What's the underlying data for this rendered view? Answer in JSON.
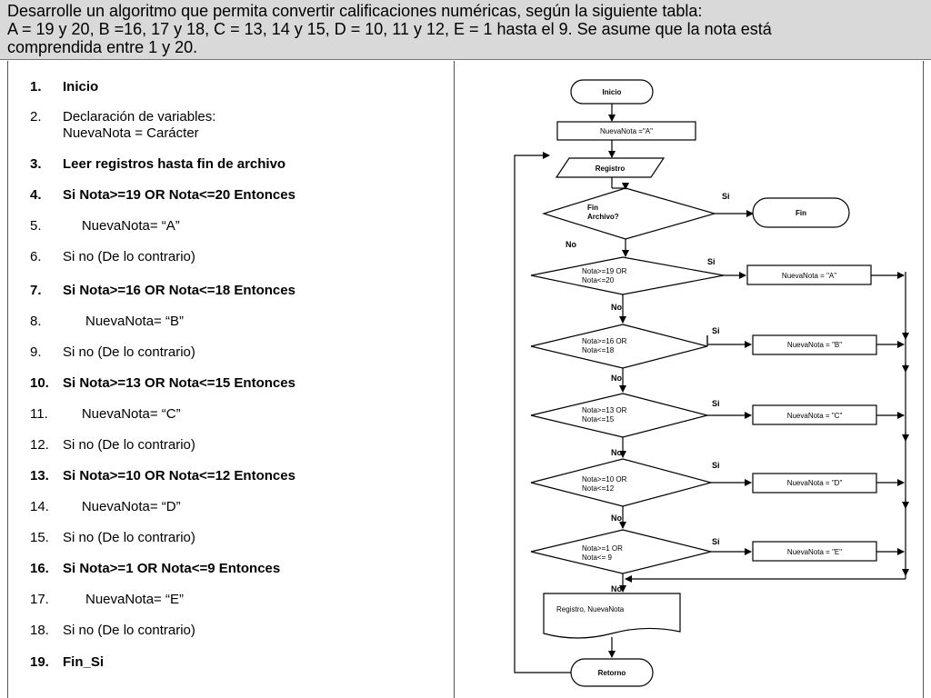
{
  "header": {
    "line1": "Desarrolle un algoritmo que permita convertir calificaciones numéricas, según la siguiente tabla:",
    "line2": " A = 19 y 20, B =16, 17 y 18, C = 13, 14 y 15, D = 10, 11 y 12,  E =  1 hasta el  9. Se asume que la nota está",
    "line3": "comprendida entre 1 y 20."
  },
  "steps": [
    {
      "num": "1.",
      "text": "Inicio",
      "bold": true
    },
    {
      "num": "2.",
      "text": "Declaración de variables:",
      "text2": "NuevaNota = Carácter",
      "bold": false
    },
    {
      "num": "3.",
      "text": "Leer registros hasta fin de archivo",
      "bold": true
    },
    {
      "num": "4.",
      "text": "Si  Nota>=19 OR Nota<=20 Entonces",
      "bold": true
    },
    {
      "num": "5.",
      "text": "     NuevaNota= “A”",
      "bold": false
    },
    {
      "num": "6.",
      "text": "Si no (De lo contrario)",
      "bold": false
    },
    {
      "num": "7.",
      "text": "Si  Nota>=16 OR Nota<=18 Entonces",
      "bold": true
    },
    {
      "num": "8.",
      "text": "      NuevaNota= “B”",
      "bold": false
    },
    {
      "num": "9.",
      "text": "Si no (De lo contrario)",
      "bold": false
    },
    {
      "num": "10.",
      "text": "Si  Nota>=13 OR Nota<=15 Entonces",
      "bold": true
    },
    {
      "num": "11.",
      "text": "     NuevaNota= “C”",
      "bold": false
    },
    {
      "num": "12.",
      "text": "Si no (De lo contrario)",
      "bold": false
    },
    {
      "num": "13.",
      "text": "Si  Nota>=10 OR Nota<=12 Entonces",
      "bold": true
    },
    {
      "num": "14.",
      "text": "     NuevaNota= “D”",
      "bold": false
    },
    {
      "num": "15.",
      "text": "Si no (De lo contrario)",
      "bold": false
    },
    {
      "num": "16.",
      "text": "Si  Nota>=1 OR Nota<=9 Entonces",
      "bold": true
    },
    {
      "num": "17.",
      "text": "      NuevaNota= “E”",
      "bold": false
    },
    {
      "num": "18.",
      "text": "Si no (De lo contrario)",
      "bold": false
    },
    {
      "num": "19.",
      "text": "Fin_Si",
      "bold": true
    }
  ],
  "flowchart": {
    "start": "Inicio",
    "init": "NuevaNota =\"A\"",
    "read": "Registro",
    "eof_line1": "Fin",
    "eof_line2": "Archivo?",
    "end": "Fin",
    "yes": "Si",
    "no": "No",
    "conditions": [
      {
        "line1": "Nota>=19  OR",
        "line2": "Nota<=20",
        "assign": "NuevaNota  = \"A\""
      },
      {
        "line1": "Nota>=16  OR",
        "line2": "Nota<=18",
        "assign": "NuevaNota  = \"B\""
      },
      {
        "line1": "Nota>=13  OR",
        "line2": "Nota<=15",
        "assign": "NuevaNota  = \"C\""
      },
      {
        "line1": "Nota>=10  OR",
        "line2": "Nota<=12",
        "assign": "NuevaNota  = \"D\""
      },
      {
        "line1": "Nota>=1  OR",
        "line2": "Nota<= 9",
        "assign": "NuevaNota  = \"E\""
      }
    ],
    "output": "Registro,  NuevaNota",
    "return": "Retorno"
  }
}
